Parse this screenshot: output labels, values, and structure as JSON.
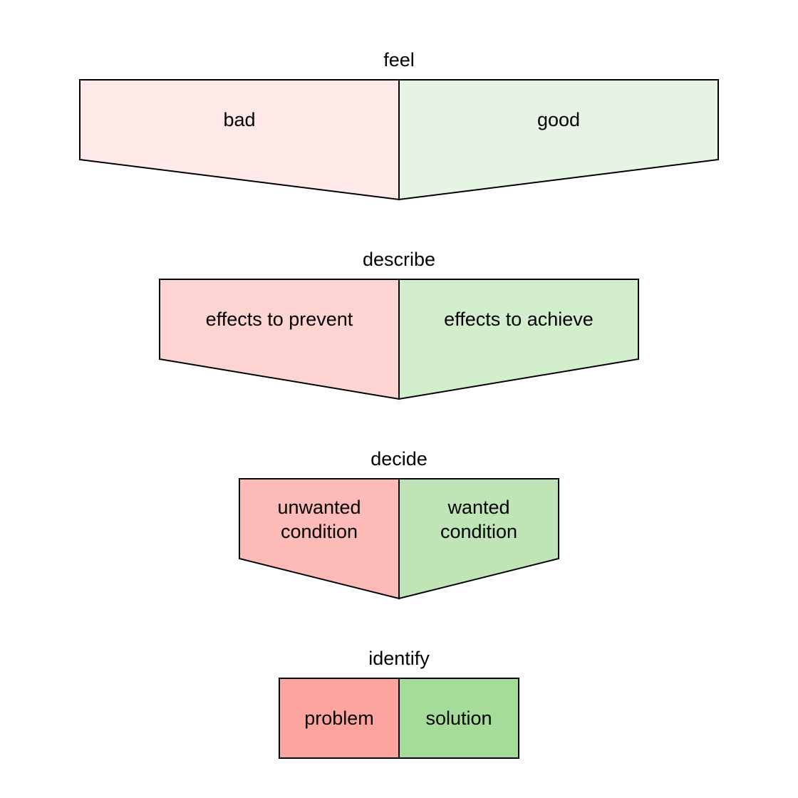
{
  "stages": [
    {
      "title": "feel",
      "left": {
        "label": "bad",
        "color": "#fee8e8"
      },
      "right": {
        "label": "good",
        "color": "#e6f5e3"
      }
    },
    {
      "title": "describe",
      "left": {
        "label": "effects to prevent",
        "color": "#fed4d2"
      },
      "right": {
        "label": "effects to achieve",
        "color": "#d3eecd"
      }
    },
    {
      "title": "decide",
      "left": {
        "label": "unwanted condition",
        "color": "#fdbbb7"
      },
      "right": {
        "label": "wanted condition",
        "color": "#bfe5b6"
      }
    },
    {
      "title": "identify",
      "left": {
        "label": "problem",
        "color": "#fca59e"
      },
      "right": {
        "label": "solution",
        "color": "#a5dc99"
      }
    }
  ]
}
